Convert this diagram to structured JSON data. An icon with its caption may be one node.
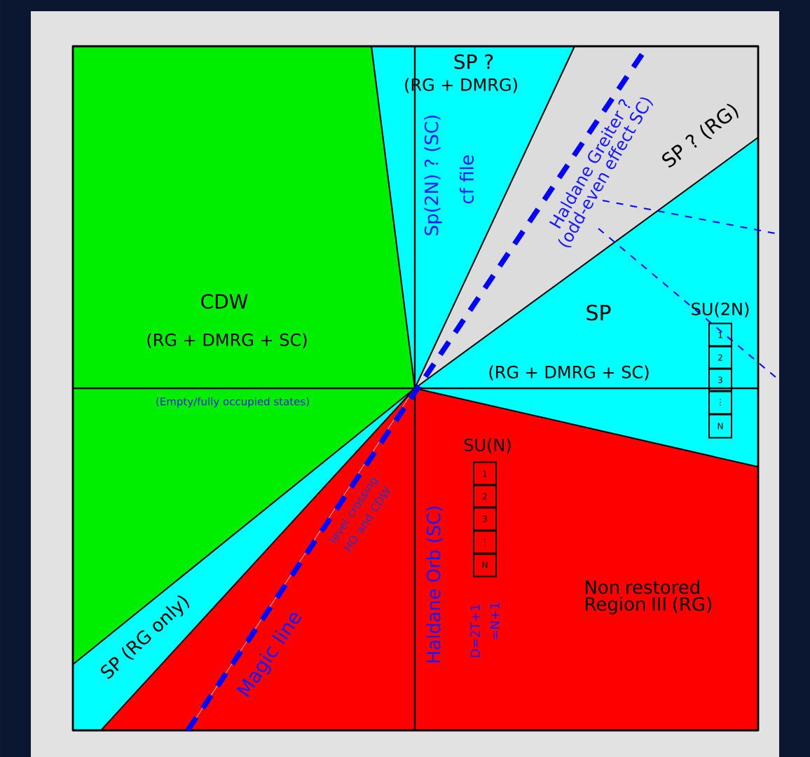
{
  "diagram": {
    "labels": [
      "SP ?",
      "(RG + DMRG)",
      "Sp(2N) ? (SC)",
      "cf file",
      "Haldane Greiter ? (odd-even effect SC)",
      "SP ? (RG)",
      "SP",
      "(RG + DMRG + SC)",
      "SU(2N)",
      "1",
      "2",
      "3",
      "⋮",
      "N",
      "CDW",
      "(RG + DMRG + SC)",
      "(Empty/fully occupied states)",
      "SP (RG only)",
      "level crossing HO and CDW",
      "Magic line",
      "Haldane Orb (SC)",
      "SU(N)",
      "1",
      "2",
      "3",
      "⋮",
      "N",
      "D=2T+1",
      "=N+1",
      "Non restored Region III (RG)"
    ]
  }
}
